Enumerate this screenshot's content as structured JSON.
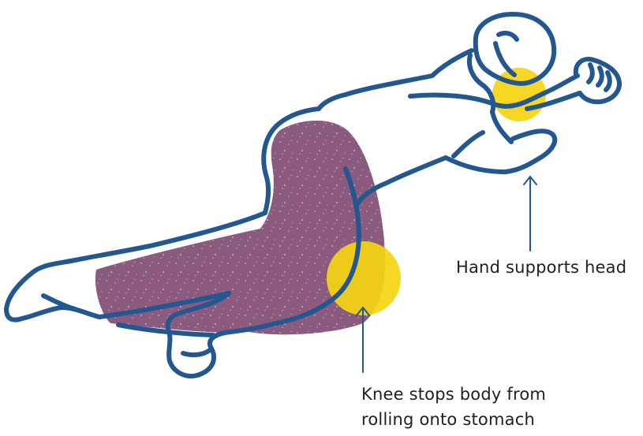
{
  "annotations": {
    "hand": "Hand supports head",
    "knee_line1": "Knee stops body from",
    "knee_line2": "rolling onto stomach"
  },
  "colors": {
    "outline": "#23578f",
    "trousers": "#8b5b7f",
    "highlight": "#f5d511",
    "arrow": "#23578f",
    "text": "#1f1f1f"
  },
  "icons": [
    "person-recovery-position",
    "hand-highlight",
    "knee-highlight",
    "up-arrow"
  ]
}
